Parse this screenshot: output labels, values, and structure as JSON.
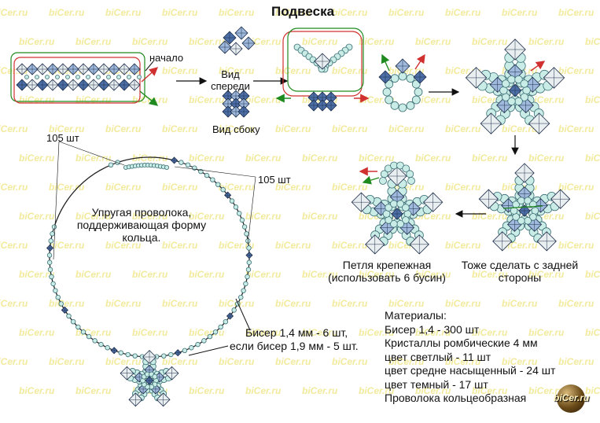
{
  "title": "Подвеска",
  "watermark": "biCer.ru",
  "logo_text": "biCer.ru",
  "colors": {
    "watermark": "#f2ea9c",
    "bead_light": "#c9ece6",
    "bead_stroke": "#3b6e74",
    "crystal_light": "#e9eef0",
    "crystal_mid": "#9fb9dc",
    "crystal_dark": "#4c6fa8",
    "wire": "#222222",
    "guide_green": "#1f8a1f",
    "guide_red": "#d03030",
    "arrow": "#111111"
  },
  "labels": {
    "start": "начало",
    "front_view_line1": "Вид",
    "front_view_line2": "спереди",
    "side_view_line1": "Вид",
    "side_view_line2": "сбоку",
    "count_left": "105 шт",
    "count_right": "105 шт",
    "wire_note_line1": "Упругая проволока,",
    "wire_note_line2": "поддерживающая форму",
    "wire_note_line3": "кольца.",
    "bead_note_line1": "Бисер 1,4 мм - 6 шт,",
    "bead_note_line2": "если бисер 1,9 мм - 5 шт.",
    "loop_line1": "Петля крепежная",
    "loop_line2": "(использовать 6 бусин)",
    "back_line1": "Тоже сделать с задней",
    "back_line2": "стороны"
  },
  "materials": {
    "heading": "Материалы:",
    "items": [
      "Бисер 1,4  - 300 шт",
      "Кристаллы ромбические 4 мм",
      "цвет светлый - 11 шт",
      "цвет средне насыщенный - 24 шт",
      "цвет темный - 17 шт",
      "Проволока кольцеобразная"
    ]
  }
}
